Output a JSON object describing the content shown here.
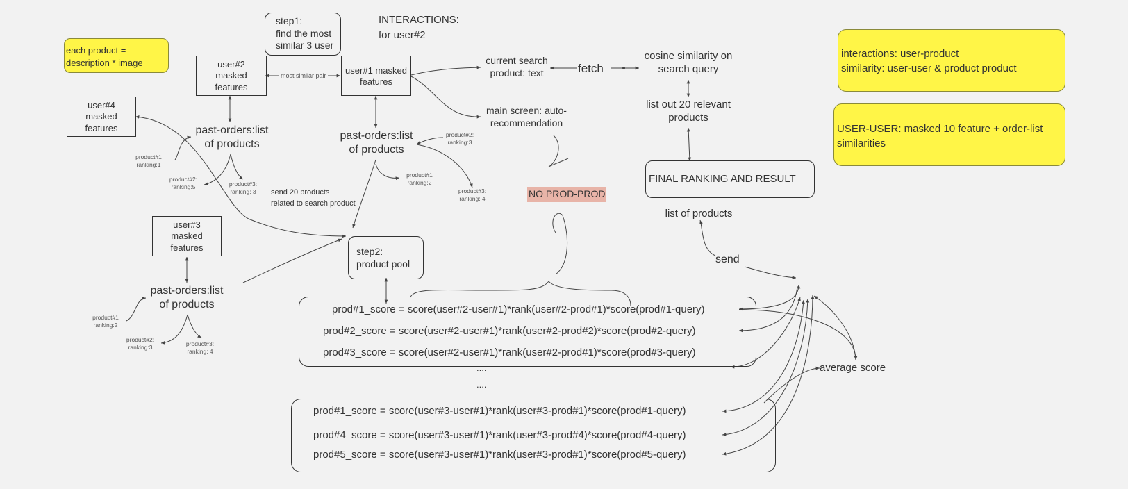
{
  "notes": {
    "product_def": "each product =\ndescription * image",
    "interactions_types": "interactions: user-product\nsimilarity: user-user & product product",
    "user_user": "USER-USER: masked 10 feature + order-list\nsimilarities"
  },
  "step1": "step1:\nfind the most\nsimilar 3 user",
  "interactions_title": "INTERACTIONS:\nfor user#2",
  "users": {
    "user2": "user#2\nmasked\nfeatures",
    "user1": "user#1 masked\nfeatures",
    "user4": "user#4\nmasked\nfeatures",
    "user3": "user#3\nmasked\nfeatures"
  },
  "most_similar_pair": "most similar pair",
  "past_orders": {
    "u2": "past-orders:list\nof products",
    "u1": "past-orders:list\nof products",
    "u3": "past-orders:list\nof products"
  },
  "rankings": {
    "u2_p1": "product#1\nranking:1",
    "u2_p2": "product#2:\nranking:5",
    "u2_p3": "product#3:\nranking: 3",
    "u1_p1": "product#1\nranking:2",
    "u1_p2": "product#2:\nranking:3",
    "u1_p3": "product#3:\nranking: 4",
    "u3_p1": "product#1\nranking:2",
    "u3_p2": "product#2:\nranking:3",
    "u3_p3": "product#3:\nranking: 4"
  },
  "send_20": "send 20 products\nrelated to search product",
  "step2": "step2:\nproduct pool",
  "current_search": "current search\nproduct: text",
  "fetch": "fetch",
  "cosine": "cosine similarity on\nsearch query",
  "list_20": "list out 20 relevant\nproducts",
  "final_ranking": "FINAL RANKING AND RESULT",
  "list_products": "list of products",
  "send": "send",
  "main_screen": "main screen: auto-\nrecommendation",
  "no_prod_prod": "NO PROD-PROD",
  "formulas_group1": [
    "prod#1_score = score(user#2-user#1)*rank(user#2-prod#1)*score(prod#1-query)",
    "prod#2_score = score(user#2-user#1)*rank(user#2-prod#2)*score(prod#2-query)",
    "prod#3_score = score(user#2-user#1)*rank(user#2-prod#1)*score(prod#3-query)"
  ],
  "ellipsis1": "....",
  "ellipsis2": "....",
  "formulas_group2": [
    "prod#1_score = score(user#3-user#1)*rank(user#3-prod#1)*score(prod#1-query)",
    "prod#4_score = score(user#3-user#1)*rank(user#3-prod#4)*score(prod#4-query)",
    "prod#5_score = score(user#3-user#1)*rank(user#3-prod#1)*score(prod#5-query)"
  ],
  "average_score": "average score",
  "colors": {
    "background": "#f2f2f2",
    "sticky": "#fff547",
    "highlight": "#e8b4a8"
  }
}
